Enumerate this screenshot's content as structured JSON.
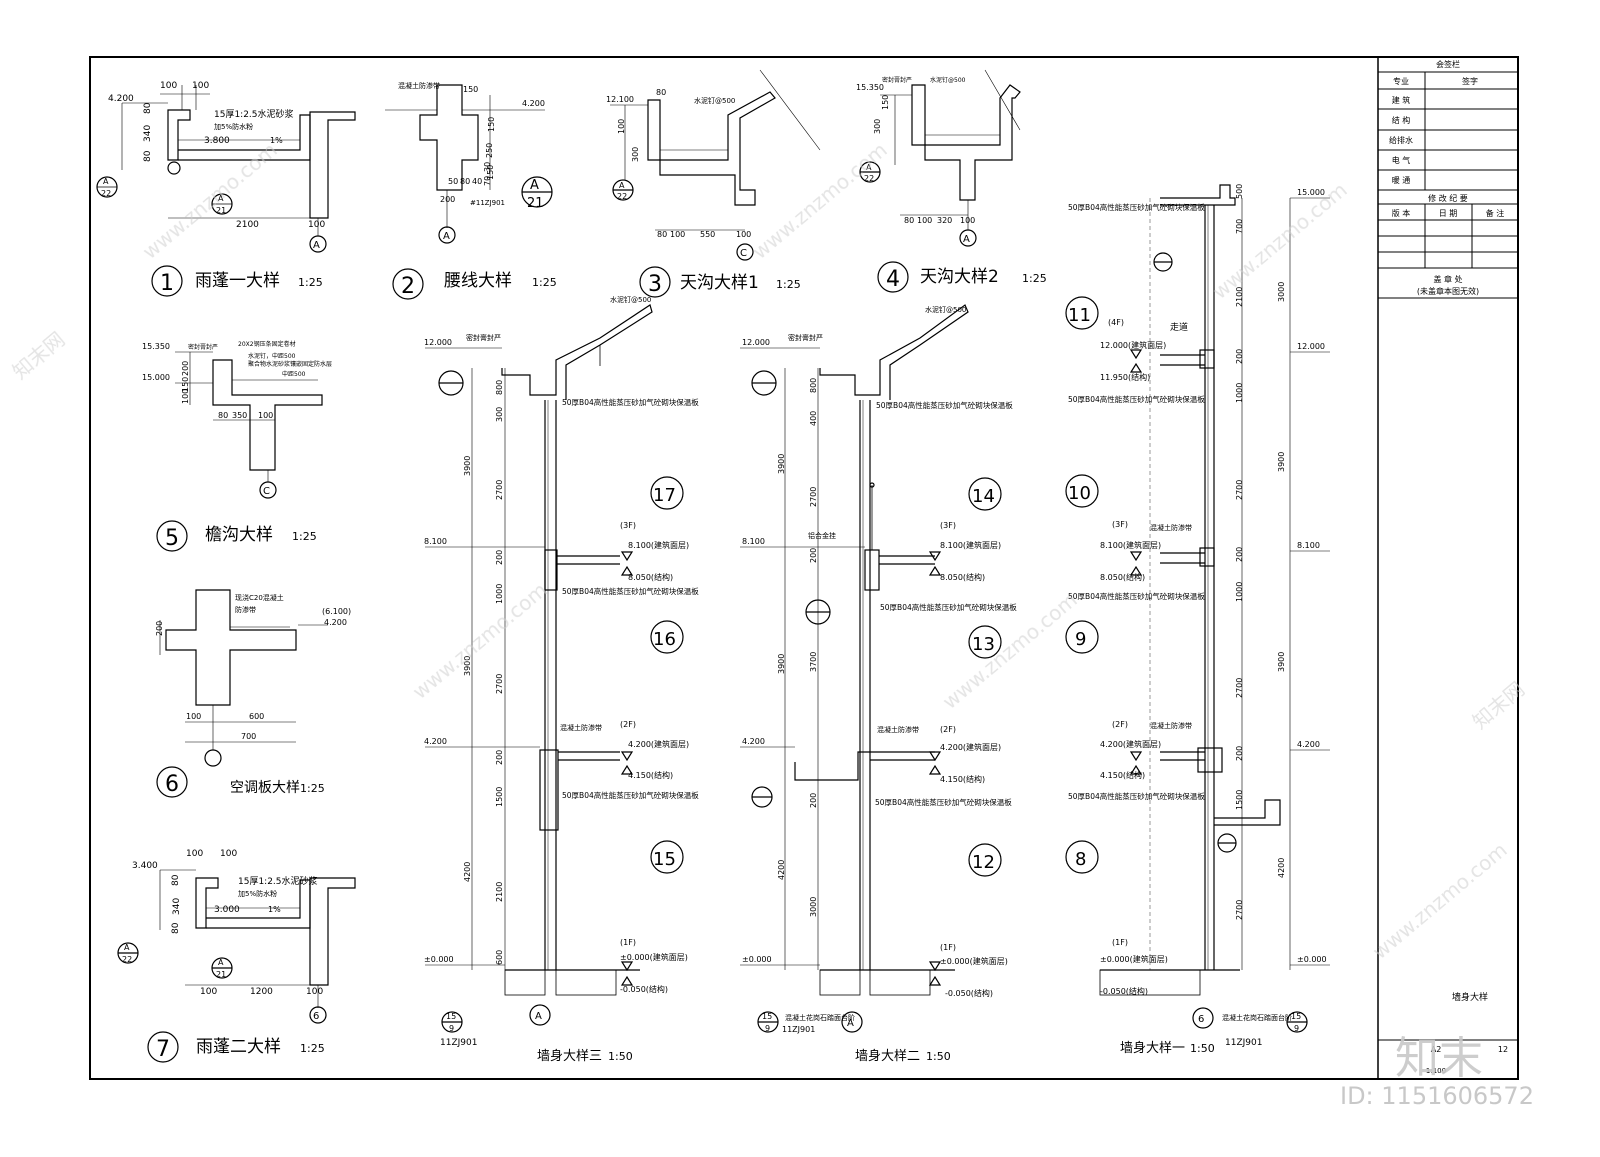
{
  "title_block": {
    "countersign_header": "会签栏",
    "col_discipline": "专业",
    "col_signature": "签字",
    "disciplines": [
      "建 筑",
      "结 构",
      "给排水",
      "电 气",
      "暖 通"
    ],
    "revision_header": "修 改 纪 要",
    "revision_cols": [
      "版 本",
      "日 期",
      "备 注"
    ],
    "stamp_label": "盖 章 处",
    "stamp_note": "(未盖章本图无效)",
    "drawing_name": "墙身大样",
    "size_label": "A2",
    "scale_label": "1:100",
    "sheet_no": "12"
  },
  "details": {
    "d1": {
      "no": "1",
      "name": "雨蓬一大样",
      "scale": "1:25",
      "dims": [
        "100",
        "100",
        "4.200",
        "80",
        "340",
        "80",
        "3.800",
        "2100",
        "100"
      ],
      "notes": [
        "15厚1:2.5水泥砂浆",
        "加5%防水粉",
        "1%"
      ],
      "axis": "A",
      "ref": [
        "A",
        "22"
      ],
      "ref2": [
        "A",
        "21"
      ]
    },
    "d2": {
      "no": "2",
      "name": "腰线大样",
      "scale": "1:25",
      "notes": [
        "混凝土防渗带"
      ],
      "dims": [
        "150",
        "4.200",
        "150",
        "250",
        "150",
        "200",
        "50",
        "80",
        "40",
        "30",
        "70",
        "1"
      ],
      "axis": "A",
      "ref": [
        "A",
        "21"
      ],
      "ref_note": "#11ZJ901"
    },
    "d3": {
      "no": "3",
      "name": "天沟大样1",
      "scale": "1:25",
      "dims": [
        "12.100",
        "80",
        "100",
        "300",
        "80",
        "100",
        "550",
        "100"
      ],
      "notes": [
        "水泥钉@500"
      ],
      "axis": "C",
      "ref": [
        "A",
        "22"
      ]
    },
    "d4": {
      "no": "4",
      "name": "天沟大样2",
      "scale": "1:25",
      "dims": [
        "15.350",
        "150",
        "300",
        "80",
        "100",
        "320",
        "100"
      ],
      "notes": [
        "密封膏封严",
        "水泥钉@500"
      ],
      "axis": "A",
      "ref": [
        "A",
        "22"
      ]
    },
    "d5": {
      "no": "5",
      "name": "檐沟大样",
      "scale": "1:25",
      "dims": [
        "15.350",
        "15.000",
        "200",
        "150",
        "100",
        "80",
        "350",
        "100"
      ],
      "notes": [
        "密封膏封严",
        "20X2钢压条固定卷材",
        "水泥钉，中距500",
        "聚合物水泥砂浆镶嵌固定防水层",
        "中距500"
      ],
      "axis": "C"
    },
    "d6": {
      "no": "6",
      "name": "空调板大样",
      "scale": "1:25",
      "dims": [
        "200",
        "100",
        "600",
        "700",
        "(6.100)",
        "4.200"
      ],
      "notes": [
        "现浇C20混凝土",
        "防渗带"
      ]
    },
    "d7": {
      "no": "7",
      "name": "雨蓬二大样",
      "scale": "1:25",
      "dims": [
        "3.400",
        "100",
        "100",
        "80",
        "340",
        "80",
        "100",
        "1200",
        "100",
        "3.000"
      ],
      "notes": [
        "15厚1:2.5水泥砂浆",
        "加5%防水粉",
        "1%"
      ],
      "axis": "6",
      "ref": [
        "A",
        "22"
      ],
      "ref2": [
        "A",
        "21"
      ]
    }
  },
  "walls": {
    "w3": {
      "name": "墙身大样三",
      "scale": "1:50",
      "levels": [
        "12.000",
        "8.100",
        "4.200",
        "±0.000"
      ],
      "dims_outer": [
        "3900",
        "3900",
        "4200"
      ],
      "dims_inner": [
        "800",
        "300",
        "2700",
        "1000",
        "2700",
        "1500",
        "2100",
        "600",
        "200",
        "200"
      ],
      "floor_notes": [
        [
          "(3F)",
          "8.100(建筑面层)",
          "8.050(结构)"
        ],
        [
          "(2F)",
          "4.200(建筑面层)",
          "4.150(结构)"
        ],
        [
          "(1F)",
          "±0.000(建筑面层)",
          "-0.050(结构)"
        ]
      ],
      "insul": "50厚B04高性能蒸压砂加气砼砌块保温板",
      "top_notes": [
        "密封膏封严",
        "水泥钉@500"
      ],
      "rooms": [
        "17",
        "16",
        "15"
      ],
      "seal": "混凝土防渗带",
      "axis": "A",
      "foot_ref": "11ZJ901",
      "foot_no": [
        "15",
        "9"
      ]
    },
    "w2": {
      "name": "墙身大样二",
      "scale": "1:50",
      "levels": [
        "12.000",
        "8.100",
        "4.200",
        "±0.000"
      ],
      "dims_outer": [
        "3900",
        "3900",
        "4200"
      ],
      "dims_inner": [
        "800",
        "400",
        "2700",
        "3700",
        "200",
        "3000",
        "200"
      ],
      "floor_notes": [
        [
          "(3F)",
          "8.100(建筑面层)",
          "8.050(结构)"
        ],
        [
          "(2F)",
          "4.200(建筑面层)",
          "4.150(结构)"
        ],
        [
          "(1F)",
          "±0.000(建筑面层)",
          "-0.050(结构)"
        ]
      ],
      "insul": "50厚B04高性能蒸压砂加气砼砌块保温板",
      "top_notes": [
        "密封膏封严",
        "水泥钉@500"
      ],
      "rooms": [
        "14",
        "13",
        "12"
      ],
      "seal": "混凝土防渗带",
      "extra": "铝合金挂",
      "axis": "A",
      "foot_ref": "11ZJ901",
      "foot_no": [
        "15",
        "9"
      ],
      "foot_note": "混凝土花岗石踏面台阶"
    },
    "w1": {
      "name": "墙身大样一",
      "scale": "1:50",
      "levels": [
        "15.000",
        "12.000",
        "8.100",
        "4.200",
        "±0.000"
      ],
      "dims_outer": [
        "3000",
        "3900",
        "3900",
        "4200"
      ],
      "dims_inner": [
        "500",
        "700",
        "2100",
        "200",
        "1000",
        "2700",
        "200",
        "1000",
        "2700",
        "200",
        "1500",
        "2700"
      ],
      "floor_notes": [
        [
          "(4F)",
          "12.000(建筑面层)",
          "11.950(结构)"
        ],
        [
          "(3F)",
          "8.100(建筑面层)",
          "8.050(结构)"
        ],
        [
          "(2F)",
          "4.200(建筑面层)",
          "4.150(结构)"
        ],
        [
          "(1F)",
          "±0.000(建筑面层)",
          "-0.050(结构)"
        ]
      ],
      "insul": "50厚B04高性能蒸压砂加气砼砌块保温板",
      "rooms": [
        "11",
        "10",
        "9",
        "8"
      ],
      "seal": "混凝土防渗带",
      "extra": "走道",
      "axis": "6",
      "foot_ref": "11ZJ901",
      "foot_no": [
        "15",
        "9"
      ],
      "foot_note": "混凝土花岗石踏面台阶"
    }
  },
  "watermarks": {
    "site": "www.znzmo.com",
    "brand": "知末网",
    "logo": "知末",
    "id": "ID: 1151606572"
  }
}
